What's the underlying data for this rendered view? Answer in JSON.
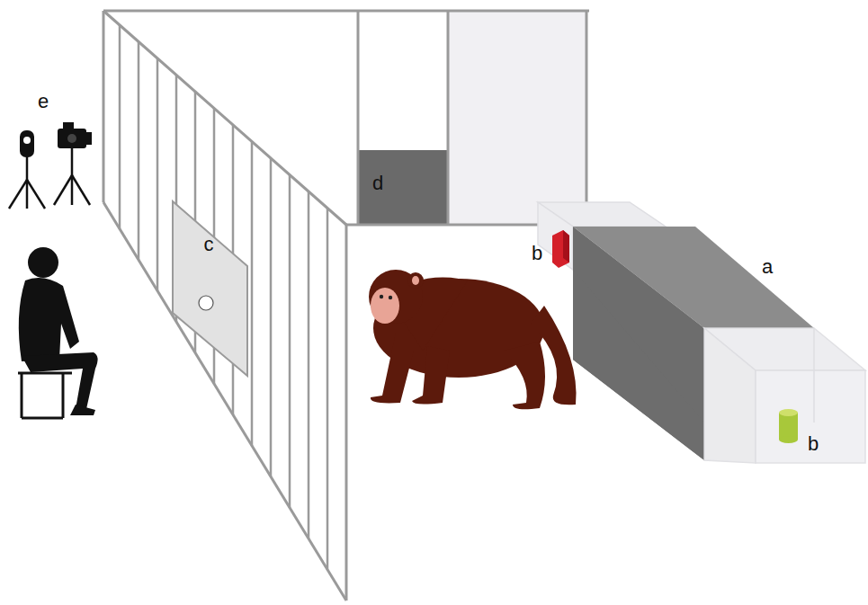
{
  "diagram": {
    "labels": [
      "e",
      "d",
      "c",
      "b",
      "a",
      "b"
    ]
  }
}
